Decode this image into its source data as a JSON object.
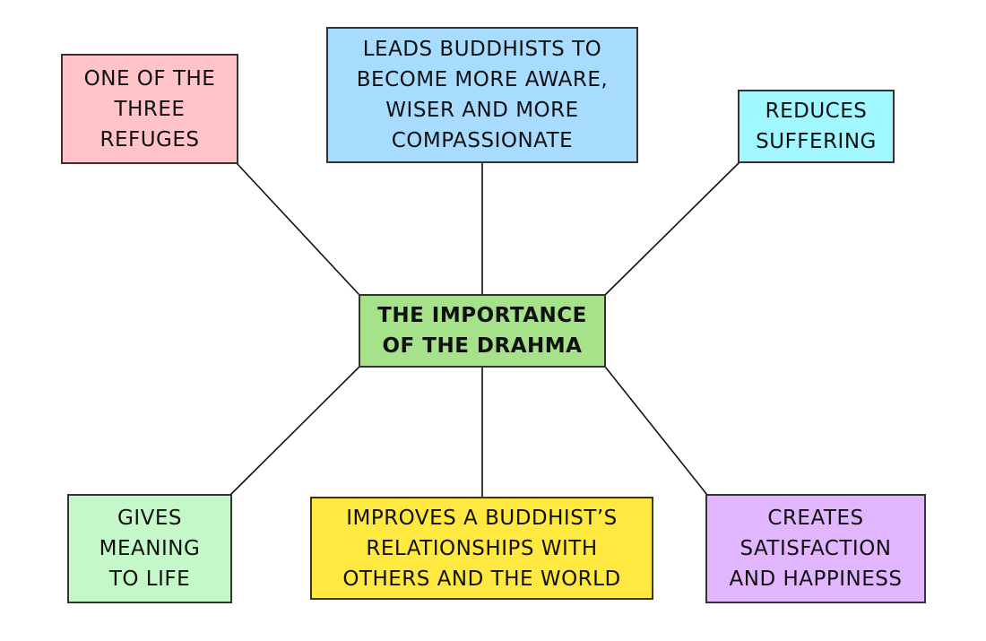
{
  "diagram": {
    "type": "mind-map",
    "central": {
      "id": "node-center",
      "label": "THE IMPORTANCE\nOF THE DRAHMA",
      "color": "#a5e28a"
    },
    "branches": [
      {
        "id": "node-refuges",
        "label": "ONE OF THE\nTHREE\nREFUGES",
        "color": "#ffc3c8"
      },
      {
        "id": "node-aware",
        "label": "LEADS BUDDHISTS TO\nBECOME MORE AWARE,\nWISER AND MORE\nCOMPASSIONATE",
        "color": "#a8dcff"
      },
      {
        "id": "node-suffer",
        "label": "REDUCES\nSUFFERING",
        "color": "#a0f7ff"
      },
      {
        "id": "node-meaning",
        "label": "GIVES\nMEANING\nTO LIFE",
        "color": "#c5f8c8"
      },
      {
        "id": "node-relation",
        "label": "IMPROVES A BUDDHIST’S\nRELATIONSHIPS WITH\nOTHERS AND THE WORLD",
        "color": "#ffe840"
      },
      {
        "id": "node-happy",
        "label": "CREATES\nSATISFACTION\nAND HAPPINESS",
        "color": "#e2b6ff"
      }
    ],
    "connections": [
      {
        "from": "node-center",
        "to": "node-refuges"
      },
      {
        "from": "node-center",
        "to": "node-aware"
      },
      {
        "from": "node-center",
        "to": "node-suffer"
      },
      {
        "from": "node-center",
        "to": "node-meaning"
      },
      {
        "from": "node-center",
        "to": "node-relation"
      },
      {
        "from": "node-center",
        "to": "node-happy"
      }
    ]
  }
}
